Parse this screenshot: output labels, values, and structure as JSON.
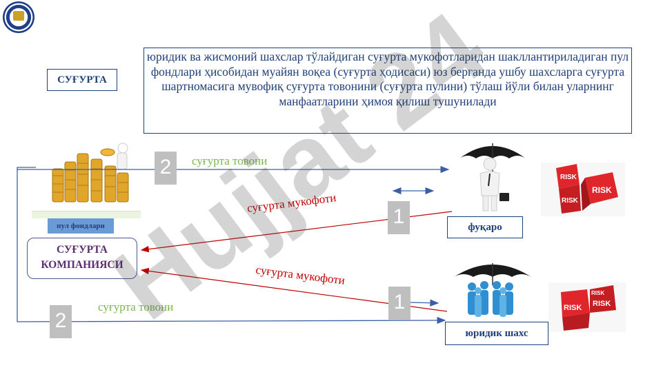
{
  "term_label": "СУҒУРТА",
  "definition": "юридик ва жисмоний шахслар тўлайдиган суғурта мукофотларидан шакллантириладиган пул фондлари ҳисобидан муайян воқеа (суғурта ҳодисаси) юз берганда ушбу шахсларга суғурта шартномасига мувофиқ суғурта товонини (суғурта пулини) тўлаш йўли билан уларнинг манфаатларини ҳимоя қилиш тушунилади",
  "company_label": "СУҒУРТА КОМПАНИЯСИ",
  "fund_label": "пул фондлари",
  "citizen_label": "фуқаро",
  "legal_entity_label": "юридик шахс",
  "compensation_label_top": "суғурта товони",
  "compensation_label_bottom": "суғурта товони",
  "premium_label_top": "суғурта мукофоти",
  "premium_label_bottom": "суғурта мукофоти",
  "step_top_left": "2",
  "step_bottom_left": "2",
  "step_top_right": "1",
  "step_bottom_right": "1",
  "risk_text": "RISK",
  "watermark_text": "Hujjat 24",
  "colors": {
    "navy": "#1f3f7a",
    "green": "#7ab648",
    "red": "#c00000",
    "arrow_blue": "#3a5fa8",
    "gray": "#bfbfbf"
  }
}
